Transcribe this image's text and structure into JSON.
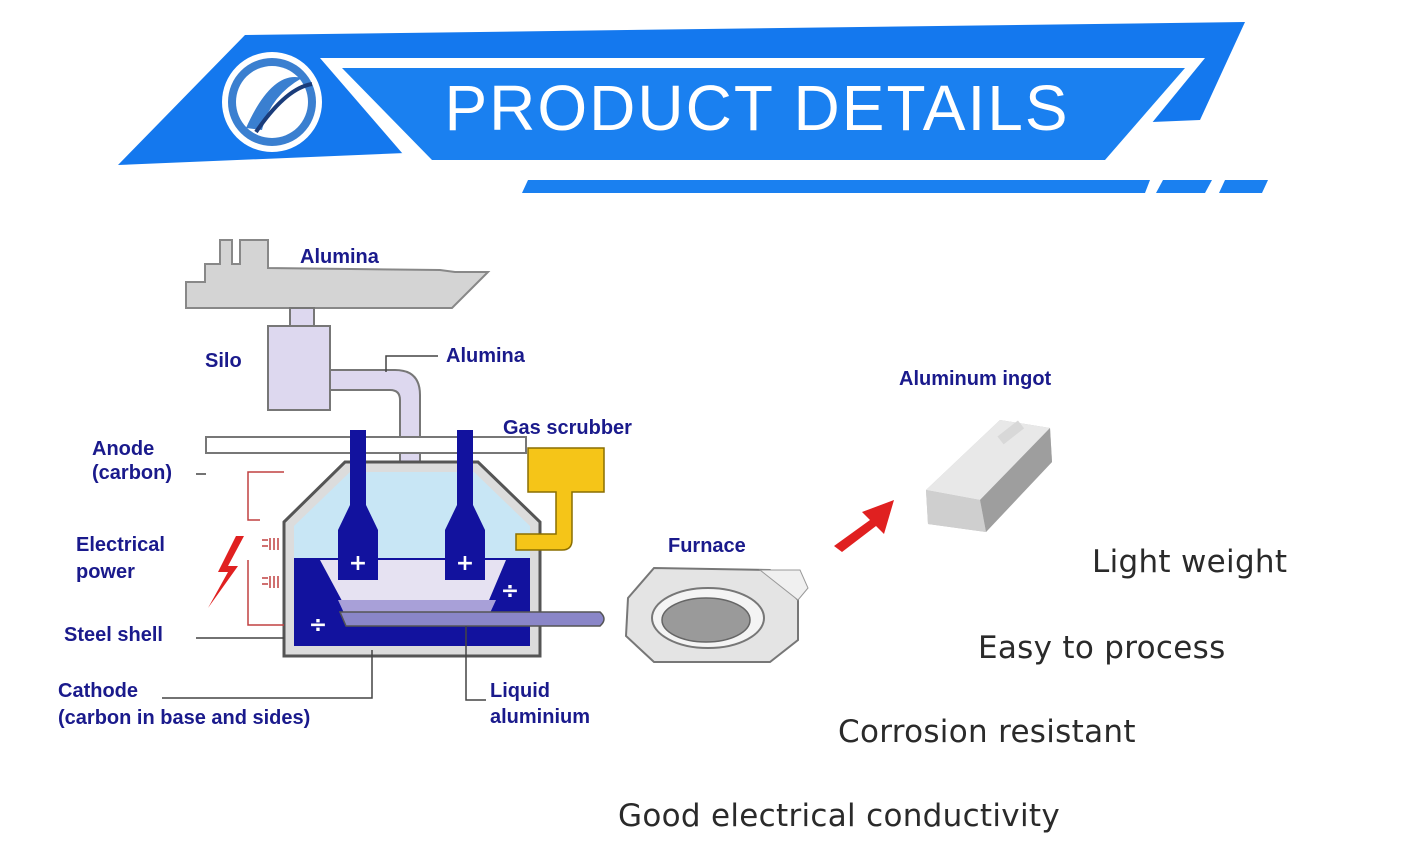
{
  "banner": {
    "title": "PRODUCT DETAILS",
    "logo": "company-logo"
  },
  "diagram": {
    "labels": {
      "alumina_top": "Alumina",
      "silo": "Silo",
      "alumina_pipe": "Alumina",
      "gas_scrubber": "Gas scrubber",
      "anode_1": "Anode",
      "anode_2": "(carbon)",
      "electrical_1": "Electrical",
      "electrical_2": "power",
      "steel_shell": "Steel shell",
      "cathode_1": "Cathode",
      "cathode_2": "(carbon in base and sides)",
      "liquid_1": "Liquid",
      "liquid_2": "aluminium",
      "furnace": "Furnace",
      "ingot": "Aluminum ingot"
    },
    "symbols": {
      "plus": "+",
      "minus": "÷"
    }
  },
  "features": [
    "Light weight",
    "Easy to process",
    "Corrosion resistant",
    "Good electrical conductivity"
  ],
  "colors": {
    "banner_blue": "#1a80f0",
    "banner_dark": "#0b63d6",
    "diagram_navy": "#1a1a8c",
    "electrolyte": "#c8e6f5",
    "pot_blue": "#12129e",
    "scrubber_yellow": "#f5c518",
    "arrow_red": "#e02020"
  }
}
